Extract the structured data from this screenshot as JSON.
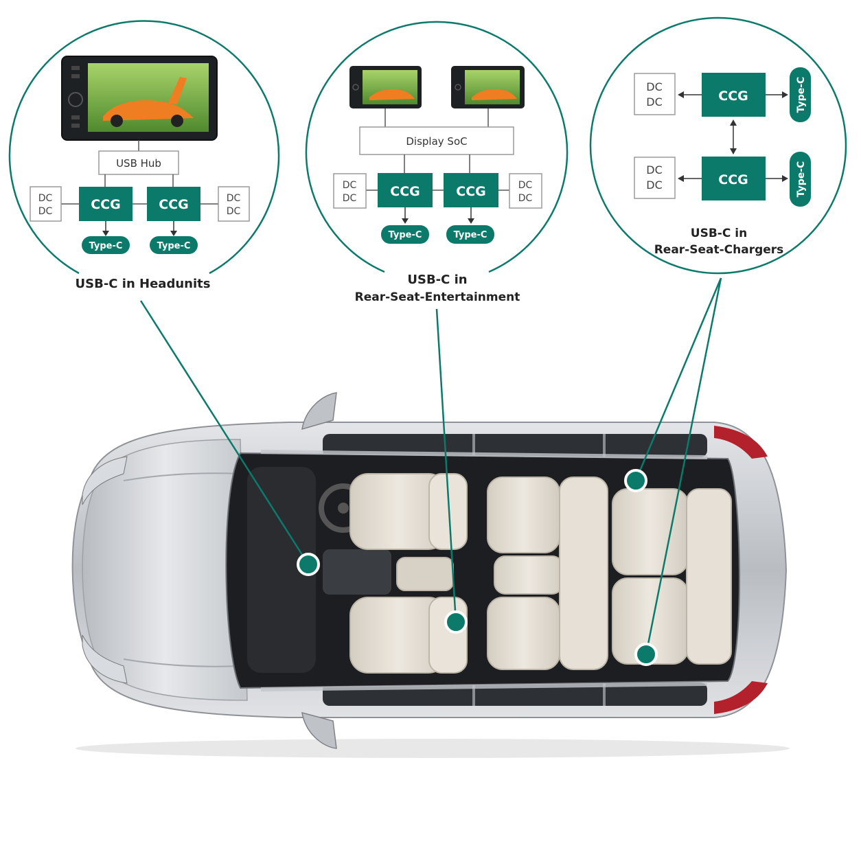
{
  "colors": {
    "accent": "#0b7a6b",
    "accent_text": "#ffffff",
    "box_border": "#9a9a9a",
    "label_text": "#222222",
    "car_body": "#c9ccd0",
    "seat": "#e4ded3",
    "cabin": "#1c1e21"
  },
  "headunits": {
    "title": "USB-C in Headunits",
    "hub_label": "USB Hub",
    "ccg_left": "CCG",
    "ccg_right": "CCG",
    "dcdc_left": [
      "DC",
      "DC"
    ],
    "dcdc_right": [
      "DC",
      "DC"
    ],
    "typec_left": "Type-C",
    "typec_right": "Type-C",
    "screen_icon": "car-display-icon"
  },
  "rear_entertainment": {
    "title_line1": "USB-C in",
    "title_line2": "Rear-Seat-Entertainment",
    "soc_label": "Display SoC",
    "ccg_left": "CCG",
    "ccg_right": "CCG",
    "dcdc_left": [
      "DC",
      "DC"
    ],
    "dcdc_right": [
      "DC",
      "DC"
    ],
    "typec_left": "Type-C",
    "typec_right": "Type-C",
    "screen_icon": "car-display-icon"
  },
  "rear_chargers": {
    "title_line1": "USB-C in",
    "title_line2": "Rear-Seat-Chargers",
    "ccg_top": "CCG",
    "ccg_bottom": "CCG",
    "dcdc_top": [
      "DC",
      "DC"
    ],
    "dcdc_bottom": [
      "DC",
      "DC"
    ],
    "typec_top": "Type-C",
    "typec_bottom": "Type-C"
  },
  "car": {
    "icon": "suv-top-view-icon"
  }
}
